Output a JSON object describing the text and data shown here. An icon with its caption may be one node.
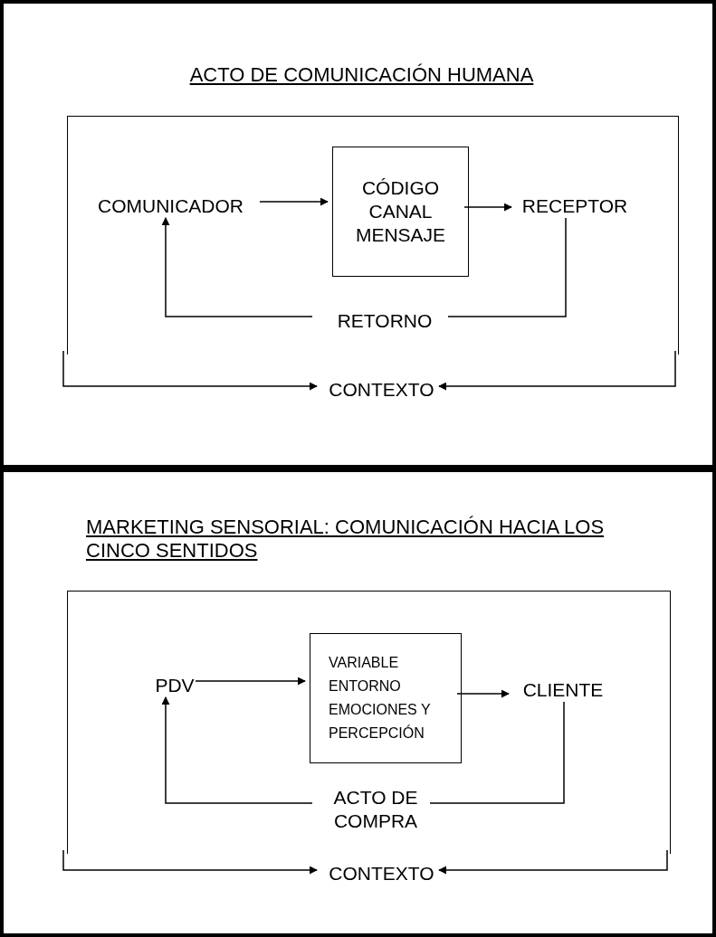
{
  "diagram": {
    "nodes": [
      {
        "text": [
          "ACTO DE COMUNICACIÓN HUMANA"
        ]
      },
      {
        "text": [],
        "shape": "box",
        "in": 0
      },
      {
        "text": [
          "COMUNICADOR"
        ],
        "in": 1
      },
      {
        "text": [
          "CÓDIGO CANAL MENSAJE"
        ],
        "in": 1
      },
      {
        "text": [
          "RECEPTOR"
        ],
        "in": 1
      },
      {
        "text": [
          "RETORNO"
        ],
        "in": 1
      },
      {
        "text": [
          "CONTEXTO"
        ],
        "in": 0
      },
      {
        "text": [
          "MARKETING SENSORIAL: COMUNICACIÓN HACIA LOS CINCO SENTIDOS"
        ]
      },
      {
        "text": [],
        "shape": "box",
        "in": 7
      },
      {
        "text": [
          "PDV"
        ],
        "in": 8
      },
      {
        "text": [
          "VARIABLE ENTORNO EMOCIONES Y PERCEPCIÓN"
        ],
        "in": 8
      },
      {
        "text": [
          "CLIENTE"
        ],
        "in": 8
      },
      {
        "text": [
          "ACTO DE COMPRA"
        ],
        "in": 8
      },
      {
        "text": [
          "CONTEXTO"
        ],
        "in": 7
      }
    ],
    "edges": [
      {
        "from": 2,
        "to": 3,
        "arrow": "to"
      },
      {
        "from": 3,
        "to": 4,
        "arrow": "to"
      },
      {
        "from": 4,
        "to": 5,
        "arrow": "none"
      },
      {
        "from": 5,
        "to": 2,
        "arrow": "to"
      },
      {
        "from": 1,
        "to": 6,
        "arrow": "to"
      },
      {
        "from": 1,
        "to": 6,
        "arrow": "to"
      },
      {
        "from": 9,
        "to": 10,
        "arrow": "to"
      },
      {
        "from": 10,
        "to": 11,
        "arrow": "to"
      },
      {
        "from": 11,
        "to": 12,
        "arrow": "none"
      },
      {
        "from": 12,
        "to": 9,
        "arrow": "to"
      },
      {
        "from": 8,
        "to": 13,
        "arrow": "to"
      },
      {
        "from": 8,
        "to": 13,
        "arrow": "to"
      }
    ]
  }
}
